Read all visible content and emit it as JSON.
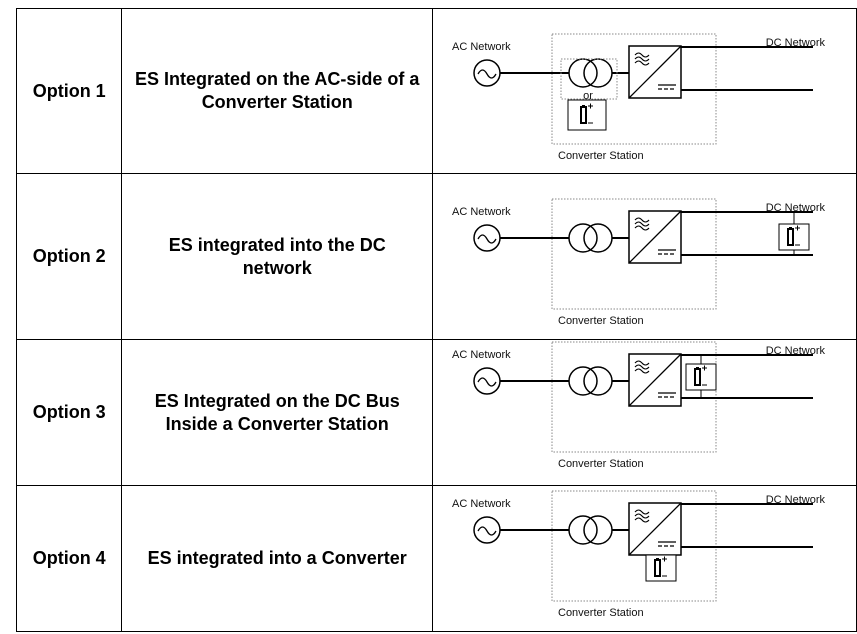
{
  "rows": [
    {
      "option": "Option 1",
      "description": "ES Integrated on the AC-side of a Converter Station",
      "battery_location": "ac-side",
      "or_label": "or"
    },
    {
      "option": "Option 2",
      "description": "ES integrated into the DC network",
      "battery_location": "dc-network"
    },
    {
      "option": "Option 3",
      "description": "ES Integrated on the DC Bus Inside a Converter Station",
      "battery_location": "dc-bus"
    },
    {
      "option": "Option 4",
      "description": "ES integrated into a Converter",
      "battery_location": "converter"
    }
  ],
  "labels": {
    "ac_network": "AC Network",
    "dc_network": "DC Network",
    "converter_station": "Converter Station"
  }
}
